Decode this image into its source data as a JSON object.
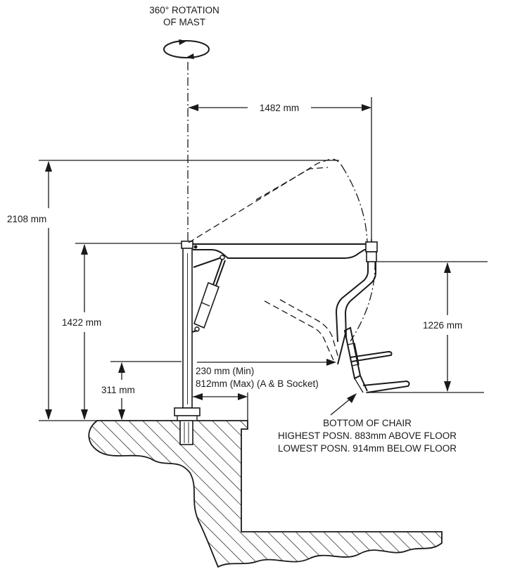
{
  "rotation": {
    "line1": "360° ROTATION",
    "line2": "OF MAST"
  },
  "dimensions": {
    "reach": "1482 mm",
    "total_height": "2108 mm",
    "boom_height": "1422 mm",
    "socket_height": "311 mm",
    "chair_travel": "1226 mm",
    "offset_min": "230 mm (Min)",
    "offset_max": "812mm (Max) (A & B Socket)"
  },
  "chair_note": {
    "line1": "BOTTOM OF CHAIR",
    "line2": "HIGHEST POSN. 883mm ABOVE FLOOR",
    "line3": "LOWEST POSN. 914mm BELOW FLOOR"
  }
}
